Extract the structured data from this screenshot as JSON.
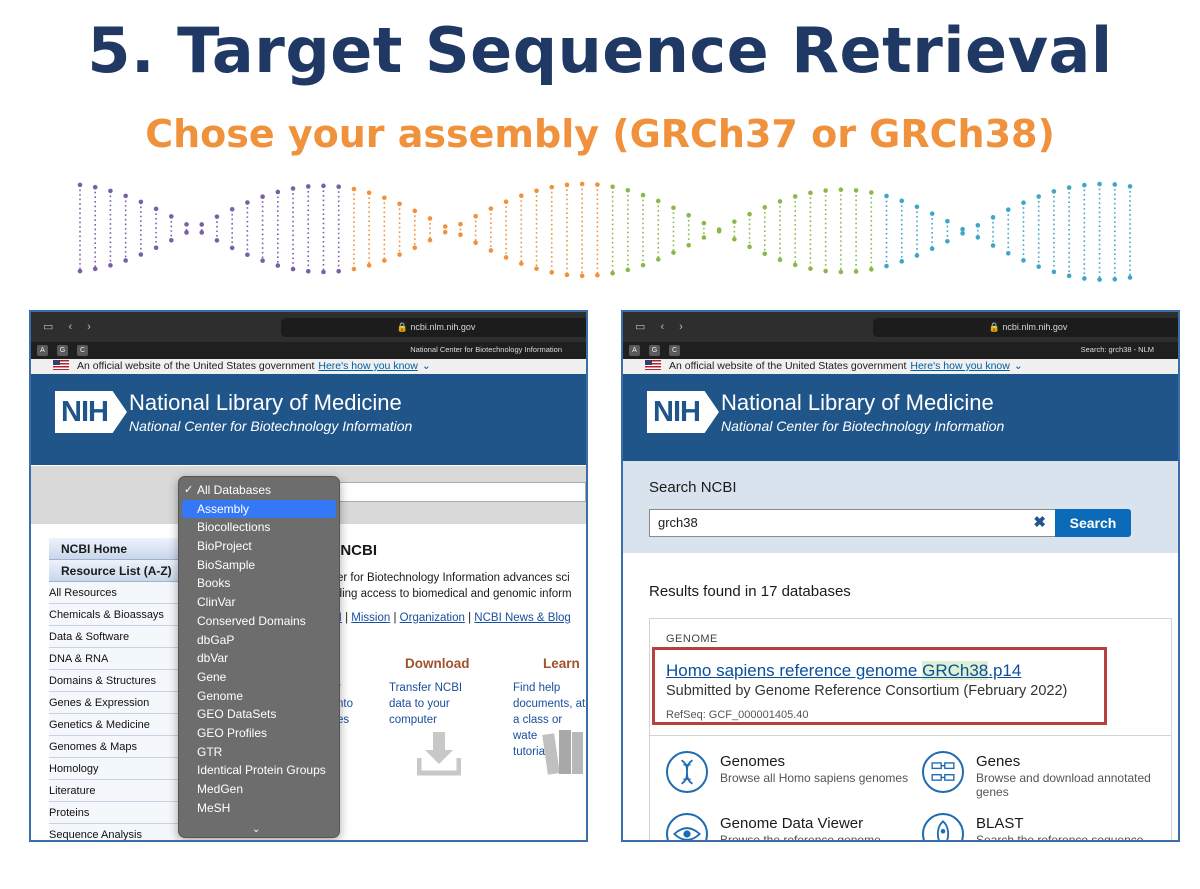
{
  "slide": {
    "title": "5. Target Sequence Retrieval",
    "subtitle": "Chose your assembly (GRCh37 or GRCh38)"
  },
  "colors": {
    "title": "#1f3864",
    "subtitle": "#f0913c",
    "nih_blue": "#20558a",
    "dropdown_selected": "#3478f6",
    "highlight_box": "#b74040",
    "helix": [
      "#7b5ea7",
      "#f0913c",
      "#8cb84a",
      "#3fa6c6"
    ]
  },
  "left_panel": {
    "url": "ncbi.nlm.nih.gov",
    "tab_title": "National Center for Biotechnology Information",
    "gov_banner": "An official website of the United States government",
    "gov_link": "Here's how you know",
    "org_name": "National Library of Medicine",
    "org_sub": "National Center for Biotechnology Information",
    "sidebar": {
      "header1": "NCBI Home",
      "header2": "Resource List (A-Z)",
      "items": [
        "All Resources",
        "Chemicals & Bioassays",
        "Data & Software",
        "DNA & RNA",
        "Domains & Structures",
        "Genes & Expression",
        "Genetics & Medicine",
        "Genomes & Maps",
        "Homology",
        "Literature",
        "Proteins",
        "Sequence Analysis"
      ]
    },
    "welcome": "o NCBI",
    "intro_line1": "enter for Biotechnology Information advances sci",
    "intro_line2": "oviding access to biomedical and genomic inform",
    "links": {
      "l0": "BI",
      "sep": "|",
      "l1": "Mission",
      "l2": "Organization",
      "l3": "NCBI News & Blog"
    },
    "col1": {
      "head": "t",
      "lines": [
        "r",
        "nto",
        "es"
      ]
    },
    "col2": {
      "head": "Download",
      "lines": [
        "Transfer NCBI",
        "data to your",
        "computer"
      ]
    },
    "col3": {
      "head": "Learn",
      "lines": [
        "Find help",
        "documents, at",
        "a class or wate",
        "tutorial"
      ]
    },
    "dropdown": {
      "checked_item": "All Databases",
      "selected_item": "Assembly",
      "items": [
        "Biocollections",
        "BioProject",
        "BioSample",
        "Books",
        "ClinVar",
        "Conserved Domains",
        "dbGaP",
        "dbVar",
        "Gene",
        "Genome",
        "GEO DataSets",
        "GEO Profiles",
        "GTR",
        "Identical Protein Groups",
        "MedGen",
        "MeSH"
      ],
      "more_indicator": "⌄"
    }
  },
  "right_panel": {
    "url": "ncbi.nlm.nih.gov",
    "tab_title": "Search: grch38 - NLM",
    "gov_banner": "An official website of the United States government",
    "gov_link": "Here's how you know",
    "org_name": "National Library of Medicine",
    "org_sub": "National Center for Biotechnology Information",
    "search_label": "Search NCBI",
    "search_value": "grch38",
    "search_button": "Search",
    "results_found": "Results found in 17 databases",
    "result": {
      "category": "GENOME",
      "title_pre": "Homo sapiens reference genome ",
      "title_hl": "GRCh38",
      "title_post": ".p14",
      "submitted": "Submitted by Genome Reference Consortium (February 2022)",
      "refseq": "RefSeq: GCF_000001405.40"
    },
    "tiles": [
      {
        "title": "Genomes",
        "desc": "Browse all Homo sapiens genomes",
        "icon": "dna-icon"
      },
      {
        "title": "Genes",
        "desc": "Browse and download annotated genes",
        "icon": "gene-icon"
      },
      {
        "title": "Genome Data Viewer",
        "desc": "Browse the reference genome",
        "icon": "eye-icon"
      },
      {
        "title": "BLAST",
        "desc": "Search the reference sequence",
        "icon": "rocket-icon"
      }
    ]
  }
}
